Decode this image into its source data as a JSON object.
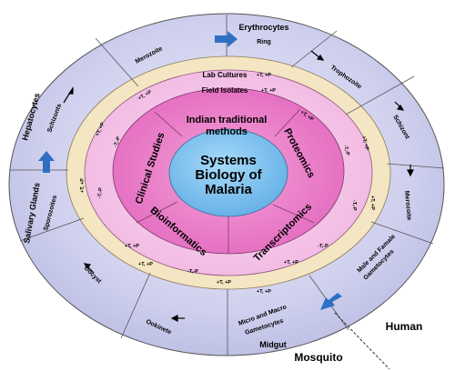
{
  "center": {
    "line1": "Systems",
    "line2": "Biology of",
    "line3": "Malaria"
  },
  "sectors": {
    "indian_traditional": {
      "line1": "Indian traditional",
      "line2": "methods"
    },
    "proteomics": "Proteomics",
    "transcriptomics": "Transcriptomics",
    "bioinformatics": "Bioinformatics",
    "clinical_studies": "Clinical Studies"
  },
  "bands": {
    "lab_cultures": "Lab Cultures",
    "field_isolates": "Field Isolates",
    "tp_marker": "+T, +P",
    "tp_marker_alt": "-T,-P"
  },
  "outer_stages": {
    "erythrocytes": "Erythrocytes",
    "ring": "Ring",
    "trophozoite": "Trophozoite",
    "schizont": "Schizont",
    "merozoite_right": "Merozoite",
    "gametocytes_line1": "Male and Famale",
    "gametocytes_line2": "Gametocytes",
    "micro_macro_line1": "Micro and Macro",
    "micro_macro_line2": "Gametocytes",
    "midgut": "Midgut",
    "ookinete": "Ookinete",
    "oocyst": "Oocyst",
    "sporozoites": "Sporozoites",
    "salivary_glands": "Salivary Glands",
    "hepatocytes": "Hepatocytes",
    "schizonts": "Schizonts",
    "merozoite_top": "Merozoite"
  },
  "hosts": {
    "human": "Human",
    "mosquito": "Mosquito"
  },
  "colors": {
    "outer_ring": "#c8c8ec",
    "outer_ring_light": "#e8e6f6",
    "band_outer": "#f3e4c0",
    "band_pink": "#f6c6ea",
    "inner_sector": "#e880c8",
    "center": "#7ec2ee",
    "arrow_blue": "#2f6fc2"
  }
}
